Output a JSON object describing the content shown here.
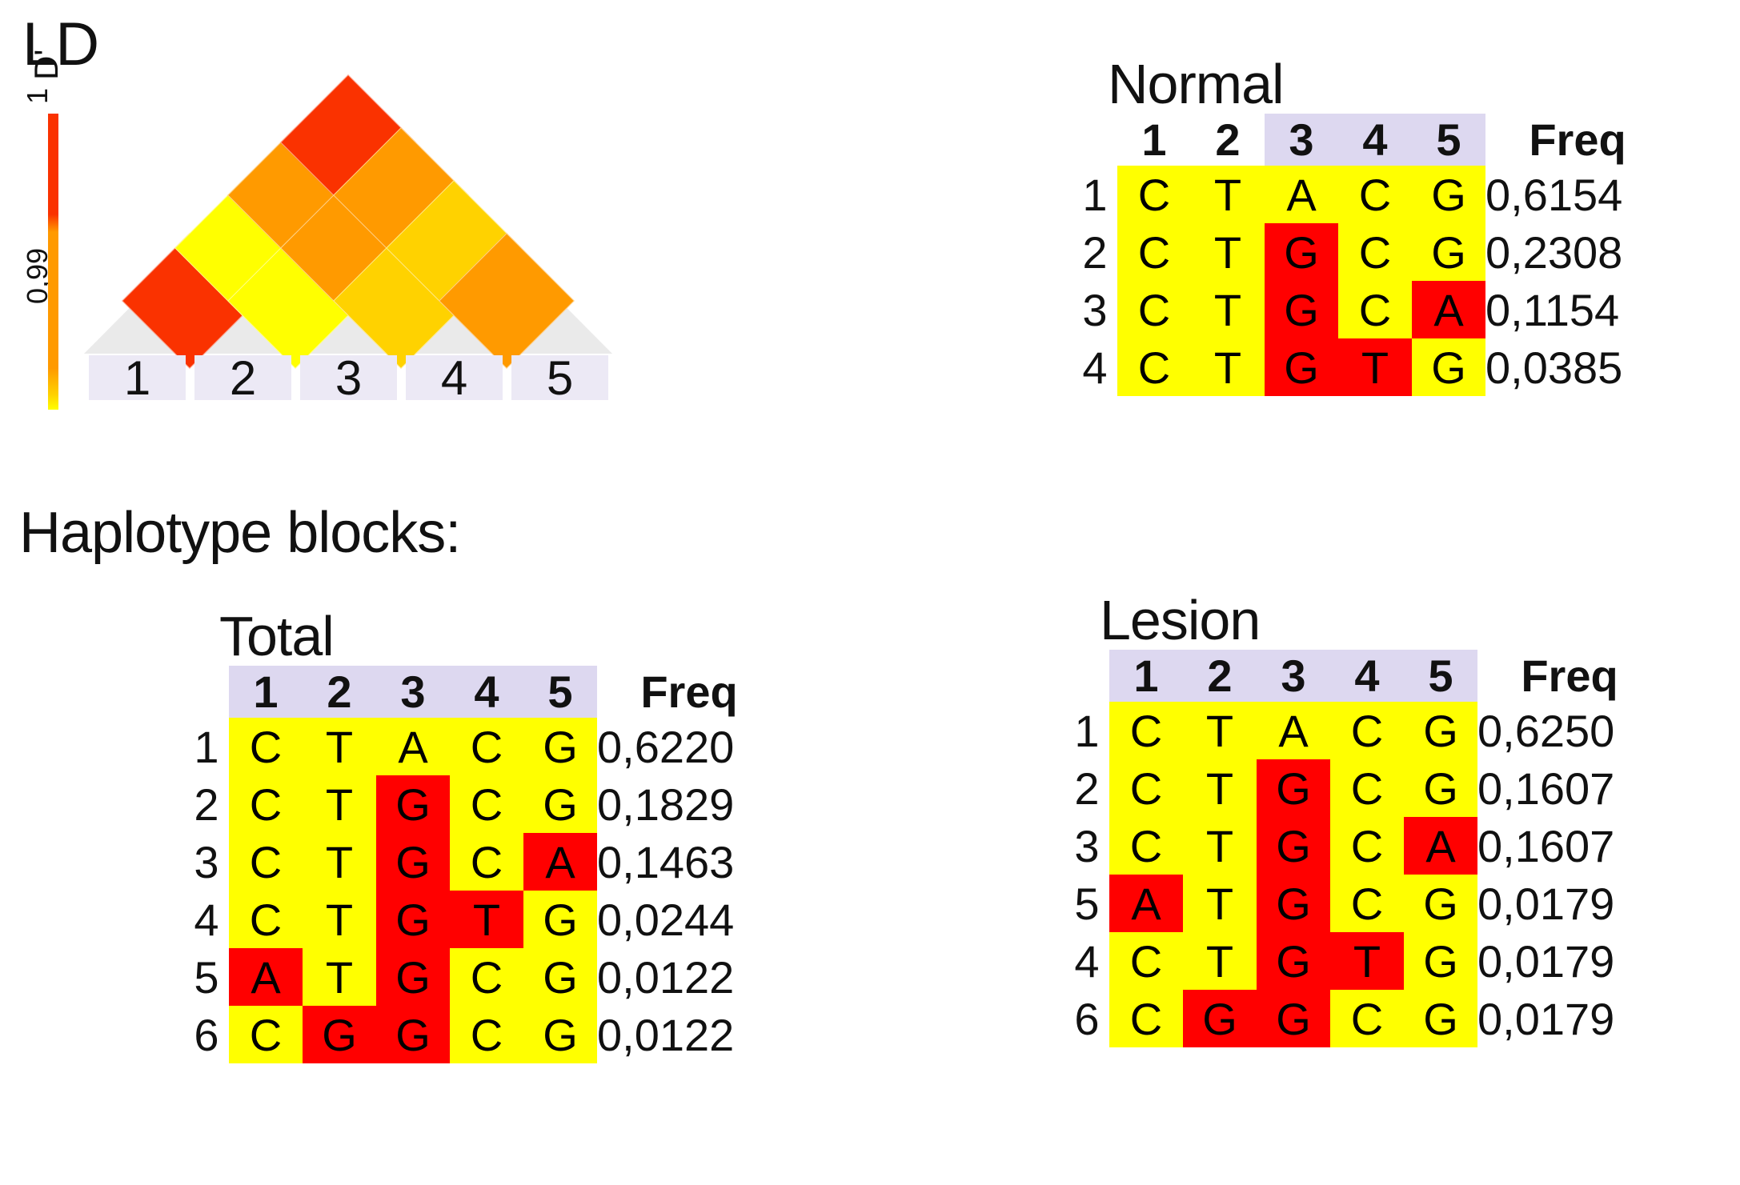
{
  "ld": {
    "title": "LD",
    "dprime_label": "D'",
    "scale_top": "1",
    "scale_bottom": "0,99",
    "markers": [
      "1",
      "2",
      "3",
      "4",
      "5"
    ],
    "colors": {
      "red": "#fa3200",
      "orange": "#ff9a00",
      "gold": "#ffd200",
      "yellow": "#ffff00",
      "base": "#eaeaea",
      "marker_bg": "#ece9f5"
    }
  },
  "haplotype_heading": "Haplotype blocks:",
  "chart_data": {
    "type": "heatmap",
    "title": "LD",
    "legend": "D'",
    "scale": [
      "1",
      "0,99"
    ],
    "markers": [
      "1",
      "2",
      "3",
      "4",
      "5"
    ],
    "pairs": [
      {
        "i": 1,
        "j": 2,
        "color": "#fa3200"
      },
      {
        "i": 2,
        "j": 3,
        "color": "#ffff00"
      },
      {
        "i": 3,
        "j": 4,
        "color": "#ffd200"
      },
      {
        "i": 4,
        "j": 5,
        "color": "#ff9a00"
      },
      {
        "i": 1,
        "j": 3,
        "color": "#ffff00"
      },
      {
        "i": 2,
        "j": 4,
        "color": "#ff9a00"
      },
      {
        "i": 3,
        "j": 5,
        "color": "#ffd200"
      },
      {
        "i": 1,
        "j": 4,
        "color": "#ff9a00"
      },
      {
        "i": 2,
        "j": 5,
        "color": "#ff9a00"
      },
      {
        "i": 1,
        "j": 5,
        "color": "#fa3200"
      }
    ]
  },
  "tables": {
    "normal": {
      "title": "Normal",
      "columns": [
        "1",
        "2",
        "3",
        "4",
        "5"
      ],
      "highlight_columns": [
        false,
        false,
        true,
        true,
        true
      ],
      "freq_header": "Freq",
      "rows": [
        {
          "label": "1",
          "alleles": [
            "C",
            "T",
            "A",
            "C",
            "G"
          ],
          "highlight": [
            false,
            false,
            false,
            false,
            false
          ],
          "freq": "0,6154"
        },
        {
          "label": "2",
          "alleles": [
            "C",
            "T",
            "G",
            "C",
            "G"
          ],
          "highlight": [
            false,
            false,
            true,
            false,
            false
          ],
          "freq": "0,2308"
        },
        {
          "label": "3",
          "alleles": [
            "C",
            "T",
            "G",
            "C",
            "A"
          ],
          "highlight": [
            false,
            false,
            true,
            false,
            true
          ],
          "freq": "0,1154"
        },
        {
          "label": "4",
          "alleles": [
            "C",
            "T",
            "G",
            "T",
            "G"
          ],
          "highlight": [
            false,
            false,
            true,
            true,
            false
          ],
          "freq": "0,0385"
        }
      ]
    },
    "total": {
      "title": "Total",
      "columns": [
        "1",
        "2",
        "3",
        "4",
        "5"
      ],
      "highlight_columns": [
        true,
        true,
        true,
        true,
        true
      ],
      "freq_header": "Freq",
      "rows": [
        {
          "label": "1",
          "alleles": [
            "C",
            "T",
            "A",
            "C",
            "G"
          ],
          "highlight": [
            false,
            false,
            false,
            false,
            false
          ],
          "freq": "0,6220"
        },
        {
          "label": "2",
          "alleles": [
            "C",
            "T",
            "G",
            "C",
            "G"
          ],
          "highlight": [
            false,
            false,
            true,
            false,
            false
          ],
          "freq": "0,1829"
        },
        {
          "label": "3",
          "alleles": [
            "C",
            "T",
            "G",
            "C",
            "A"
          ],
          "highlight": [
            false,
            false,
            true,
            false,
            true
          ],
          "freq": "0,1463"
        },
        {
          "label": "4",
          "alleles": [
            "C",
            "T",
            "G",
            "T",
            "G"
          ],
          "highlight": [
            false,
            false,
            true,
            true,
            false
          ],
          "freq": "0,0244"
        },
        {
          "label": "5",
          "alleles": [
            "A",
            "T",
            "G",
            "C",
            "G"
          ],
          "highlight": [
            true,
            false,
            true,
            false,
            false
          ],
          "freq": "0,0122"
        },
        {
          "label": "6",
          "alleles": [
            "C",
            "G",
            "G",
            "C",
            "G"
          ],
          "highlight": [
            false,
            true,
            true,
            false,
            false
          ],
          "freq": "0,0122"
        }
      ]
    },
    "lesion": {
      "title": "Lesion",
      "columns": [
        "1",
        "2",
        "3",
        "4",
        "5"
      ],
      "highlight_columns": [
        true,
        true,
        true,
        true,
        true
      ],
      "freq_header": "Freq",
      "rows": [
        {
          "label": "1",
          "alleles": [
            "C",
            "T",
            "A",
            "C",
            "G"
          ],
          "highlight": [
            false,
            false,
            false,
            false,
            false
          ],
          "freq": "0,6250"
        },
        {
          "label": "2",
          "alleles": [
            "C",
            "T",
            "G",
            "C",
            "G"
          ],
          "highlight": [
            false,
            false,
            true,
            false,
            false
          ],
          "freq": "0,1607"
        },
        {
          "label": "3",
          "alleles": [
            "C",
            "T",
            "G",
            "C",
            "A"
          ],
          "highlight": [
            false,
            false,
            true,
            false,
            true
          ],
          "freq": "0,1607"
        },
        {
          "label": "5",
          "alleles": [
            "A",
            "T",
            "G",
            "C",
            "G"
          ],
          "highlight": [
            true,
            false,
            true,
            false,
            false
          ],
          "freq": "0,0179"
        },
        {
          "label": "4",
          "alleles": [
            "C",
            "T",
            "G",
            "T",
            "G"
          ],
          "highlight": [
            false,
            false,
            true,
            true,
            false
          ],
          "freq": "0,0179"
        },
        {
          "label": "6",
          "alleles": [
            "C",
            "G",
            "G",
            "C",
            "G"
          ],
          "highlight": [
            false,
            true,
            true,
            false,
            false
          ],
          "freq": "0,0179"
        }
      ]
    }
  }
}
